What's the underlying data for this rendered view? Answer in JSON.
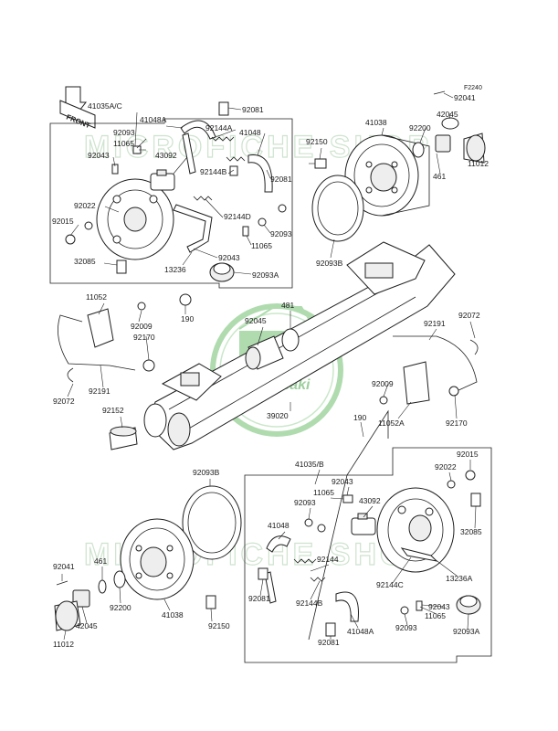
{
  "figure_code": "F2240",
  "front_label": "FRONT",
  "logo_text": "Kawasaki",
  "watermark_lines": [
    "MICROFICHE SHOP",
    "MICROFICHE SHOP"
  ],
  "callouts": {
    "upper_left": [
      "41035A/C",
      "41048A",
      "92093",
      "11065",
      "92043",
      "92022",
      "92015",
      "32085",
      "43092",
      "92144A",
      "41048",
      "92144B",
      "92081",
      "92081",
      "92144D",
      "92093",
      "11065",
      "92043",
      "13236",
      "92093A"
    ],
    "upper_right": [
      "92041",
      "42045",
      "92200",
      "461",
      "11012",
      "41038",
      "92150",
      "92093B"
    ],
    "middle": [
      "11052",
      "92009",
      "92170",
      "190",
      "92191",
      "92072",
      "92152",
      "481",
      "92045",
      "39020",
      "92191",
      "92072",
      "92009",
      "11052A",
      "92170",
      "190"
    ],
    "lower_left": [
      "92093B",
      "92041",
      "461",
      "92200",
      "41038",
      "42045",
      "11012",
      "92150"
    ],
    "lower_right": [
      "41035/B",
      "11065",
      "92043",
      "92093",
      "43092",
      "92015",
      "92022",
      "32085",
      "41048",
      "92144",
      "92081",
      "92144B",
      "92144C",
      "13236A",
      "41048A",
      "92093",
      "11065",
      "92043",
      "92093A",
      "92081"
    ]
  }
}
